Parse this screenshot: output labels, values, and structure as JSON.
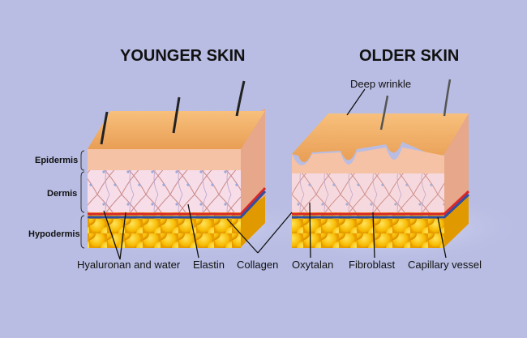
{
  "titles": {
    "young": "YOUNGER SKIN",
    "old": "OLDER SKIN"
  },
  "layers": {
    "epidermis": "Epidermis",
    "dermis": "Dermis",
    "hypodermis": "Hypodermis"
  },
  "labels": {
    "deep_wrinkle": "Deep wrinkle",
    "hyaluronan": "Hyaluronan and water",
    "elastin": "Elastin",
    "collagen": "Collagen",
    "oxytalan": "Oxytalan",
    "fibroblast": "Fibroblast",
    "capillary": "Capillary vessel"
  },
  "colors": {
    "background": "#b9bde3",
    "epidermis_top": "#f2b470",
    "epidermis_front": "#f6c4a6",
    "dermis": "#f4d8e4",
    "hypodermis": "#f5b800",
    "artery": "#d9262b",
    "vein": "#2e4fa3"
  }
}
